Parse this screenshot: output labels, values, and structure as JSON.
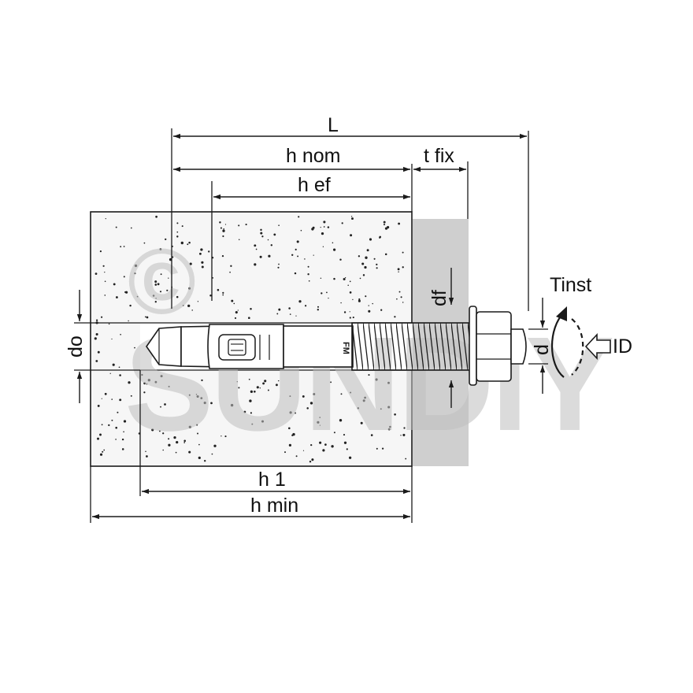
{
  "labels": {
    "L": "L",
    "h_nom": "h nom",
    "t_fix": "t fix",
    "h_ef": "h ef",
    "df": "df",
    "do": "do",
    "d": "d",
    "tinst": "Tinst",
    "id": "ID",
    "h1": "h 1",
    "h_min": "h min"
  },
  "watermark": {
    "text": "SUNDIY",
    "symbol": "©"
  },
  "colors": {
    "line": "#1a1a1a",
    "concrete": "#f6f6f6",
    "fixture": "#cfcfcf",
    "watermark": "#bfbfbf"
  }
}
